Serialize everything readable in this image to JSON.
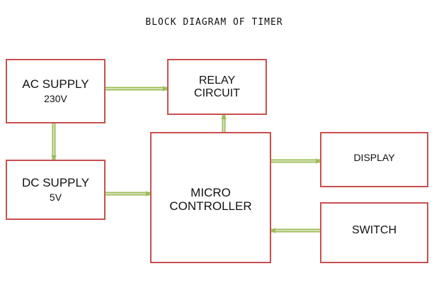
{
  "title": "BLOCK DIAGRAM OF TIMER",
  "colors": {
    "box_border": "#c9504f",
    "arrow_outer": "#9bbb59",
    "arrow_inner": "#e6efd3",
    "text": "#111111"
  },
  "blocks": {
    "ac_supply": {
      "line1": "AC SUPPLY",
      "line2": "230V"
    },
    "relay": {
      "line1": "RELAY",
      "line2": "CIRCUIT"
    },
    "dc_supply": {
      "line1": "DC SUPPLY",
      "line2": "5V"
    },
    "micro": {
      "line1": "MICRO",
      "line2": "CONTROLLER"
    },
    "display": {
      "line1": "DISPLAY"
    },
    "switch": {
      "line1": "SWITCH"
    }
  },
  "connections": [
    {
      "from": "AC SUPPLY",
      "to": "RELAY CIRCUIT"
    },
    {
      "from": "AC SUPPLY",
      "to": "DC SUPPLY"
    },
    {
      "from": "DC SUPPLY",
      "to": "MICRO CONTROLLER"
    },
    {
      "from": "MICRO CONTROLLER",
      "to": "RELAY CIRCUIT"
    },
    {
      "from": "MICRO CONTROLLER",
      "to": "DISPLAY"
    },
    {
      "from": "SWITCH",
      "to": "MICRO CONTROLLER"
    }
  ]
}
